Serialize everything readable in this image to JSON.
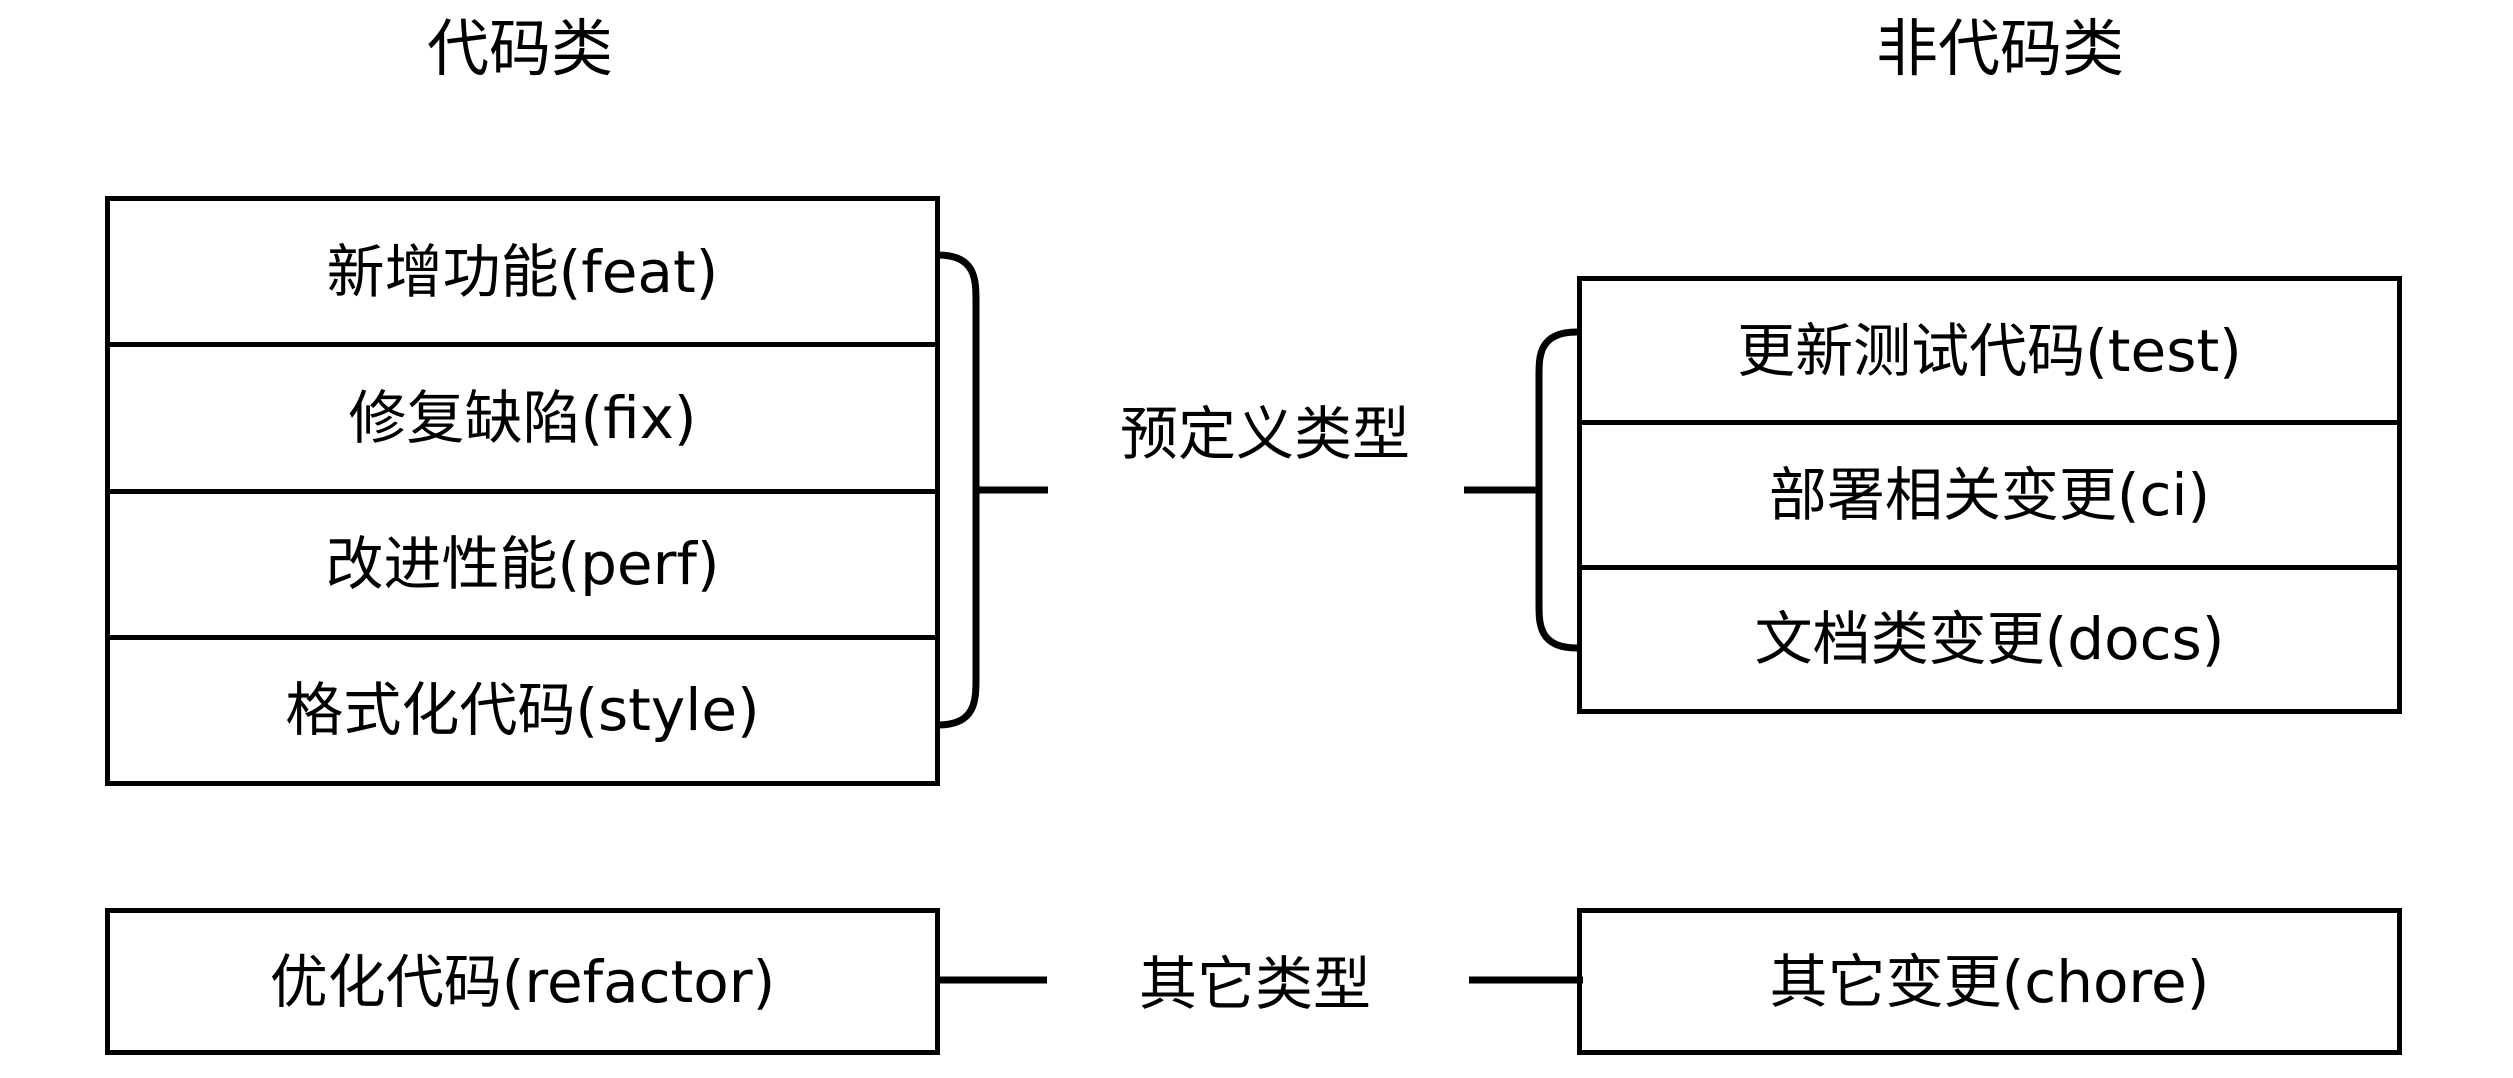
{
  "diagram": {
    "title_left": "代码类",
    "title_right": "非代码类",
    "columns": [
      {
        "name": "code",
        "header": "代码类"
      },
      {
        "name": "non-code",
        "header": "非代码类"
      }
    ],
    "groups": [
      {
        "label": "预定义类型",
        "code_items": [
          "新增功能(feat)",
          "修复缺陷(fix)",
          "改进性能(perf)",
          "格式化代码(style)"
        ],
        "noncode_items": [
          "更新测试代码(test)",
          "部署相关变更(ci)",
          "文档类变更(docs)"
        ]
      },
      {
        "label": "其它类型",
        "code_items": [
          "优化代码(refactor)"
        ],
        "noncode_items": [
          "其它变更(chore)"
        ]
      }
    ],
    "style": {
      "stroke": "#000000",
      "background": "#ffffff",
      "text_color": "#000000"
    }
  }
}
